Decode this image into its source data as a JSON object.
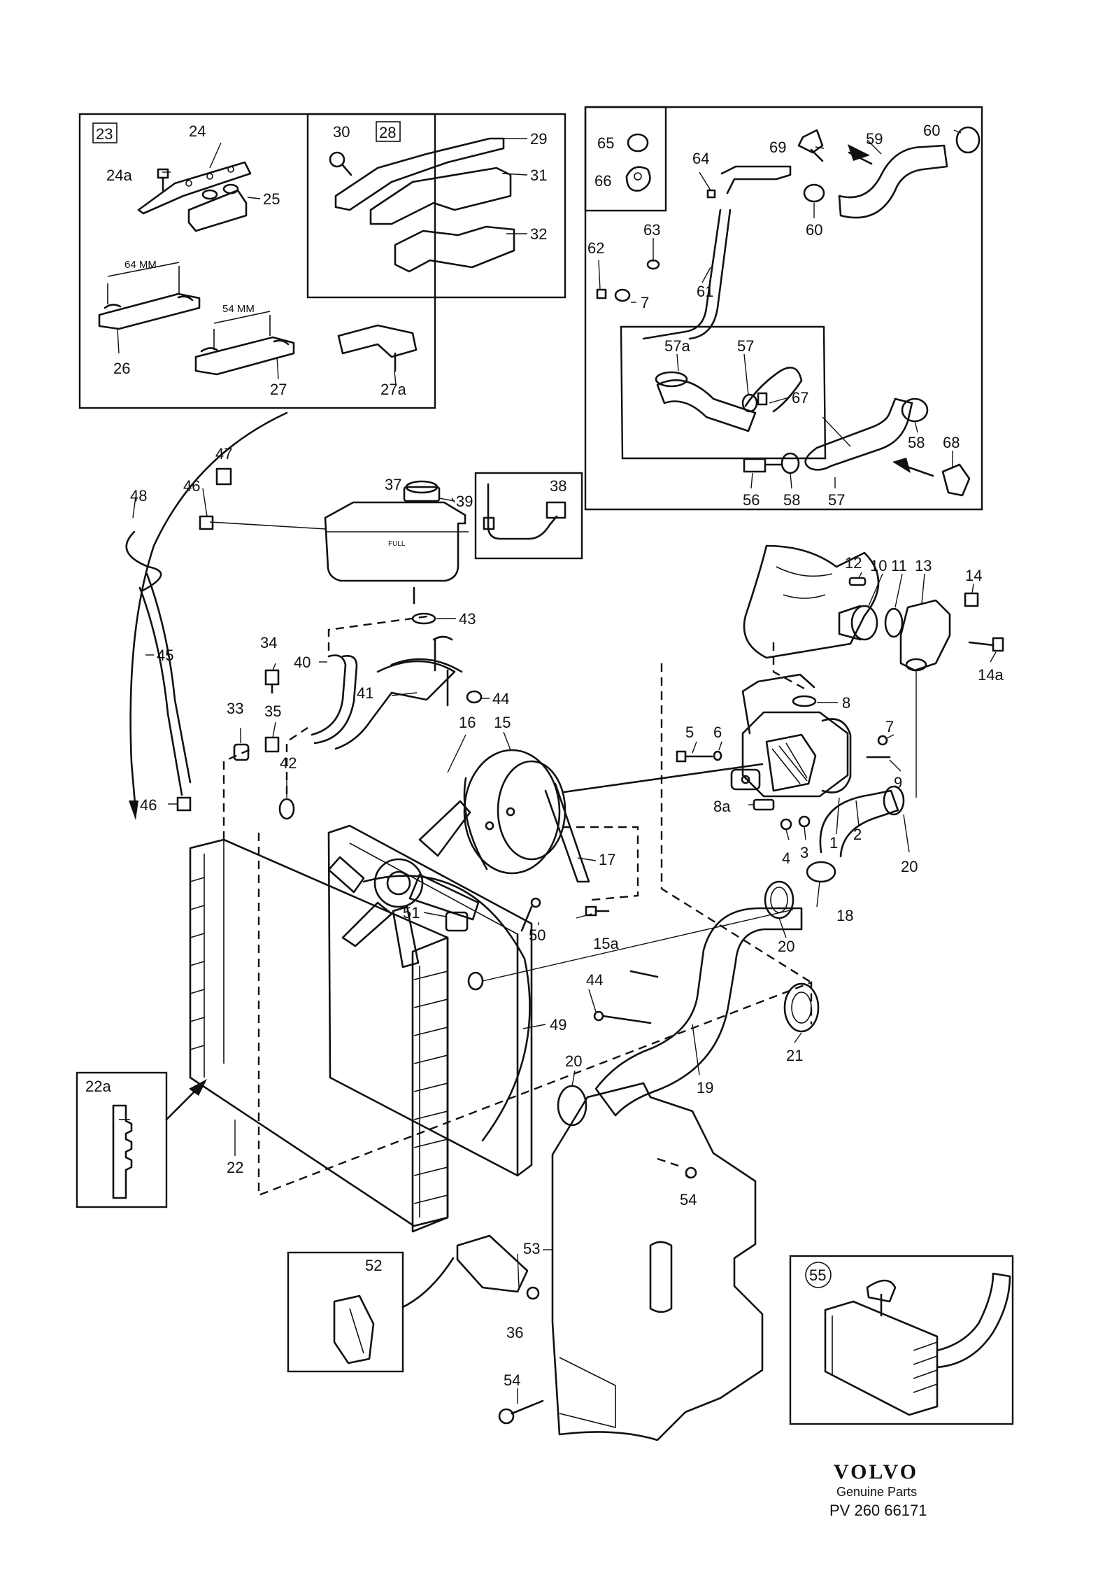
{
  "callouts": {
    "c1": "1",
    "c2": "2",
    "c3": "3",
    "c4": "4",
    "c5": "5",
    "c6": "6",
    "c7": "7",
    "c7b": "7",
    "c8": "8",
    "c8a": "8a",
    "c9": "9",
    "c10": "10",
    "c11": "11",
    "c12": "12",
    "c13": "13",
    "c14": "14",
    "c14a": "14a",
    "c15": "15",
    "c15a": "15a",
    "c16": "16",
    "c17": "17",
    "c18": "18",
    "c19": "19",
    "c20a": "20",
    "c20b": "20",
    "c20c": "20",
    "c21": "21",
    "c22": "22",
    "c22a": "22a",
    "c23": "23",
    "c24": "24",
    "c24a": "24a",
    "c25": "25",
    "c26": "26",
    "c27": "27",
    "c27a": "27a",
    "c28": "28",
    "c29": "29",
    "c30": "30",
    "c31": "31",
    "c32": "32",
    "c33": "33",
    "c34": "34",
    "c35": "35",
    "c36": "36",
    "c37": "37",
    "c38": "38",
    "c39": "39",
    "c40": "40",
    "c41": "41",
    "c42": "42",
    "c43": "43",
    "c44a": "44",
    "c44b": "44",
    "c45": "45",
    "c46a": "46",
    "c46b": "46",
    "c47": "47",
    "c48": "48",
    "c49": "49",
    "c50": "50",
    "c51": "51",
    "c52": "52",
    "c53": "53",
    "c54a": "54",
    "c54b": "54",
    "c55": "55",
    "c56": "56",
    "c57a": "57a",
    "c57": "57",
    "c57b": "57",
    "c58a": "58",
    "c58b": "58",
    "c59": "59",
    "c60a": "60",
    "c60b": "60",
    "c61": "61",
    "c62": "62",
    "c63": "63",
    "c64": "64",
    "c65": "65",
    "c66": "66",
    "c67": "67",
    "c68": "68",
    "c69": "69"
  },
  "dimensions": {
    "d64": "64 MM",
    "d54": "54 MM"
  },
  "tank_text": "FULL",
  "brand": {
    "name": "VOLVO",
    "sub": "Genuine Parts",
    "code": "PV 260  66171"
  }
}
